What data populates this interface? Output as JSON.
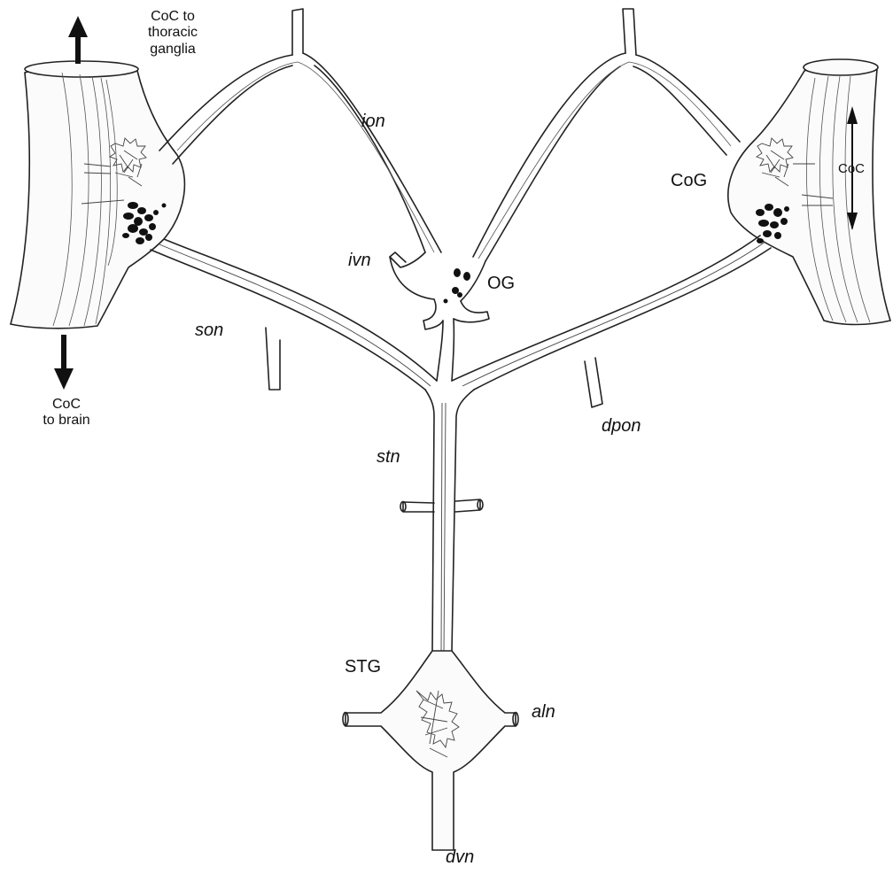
{
  "labels": {
    "coc_thoracic": "CoC to\nthoracic\nganglia",
    "coc_brain": "CoC\nto brain",
    "coc_right": "CoC",
    "cog": "CoG",
    "og": "OG",
    "stg": "STG",
    "ion": "ion",
    "ivn": "ivn",
    "son": "son",
    "dpon": "dpon",
    "stn": "stn",
    "aln": "aln",
    "dvn": "dvn"
  },
  "colors": {
    "ink": "#222222",
    "soma": "#111111",
    "paper": "#ffffff"
  }
}
